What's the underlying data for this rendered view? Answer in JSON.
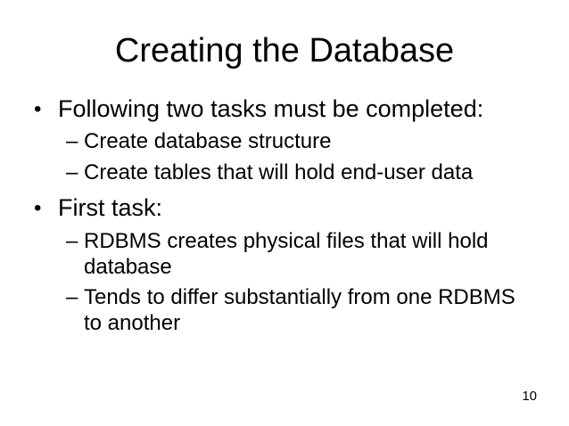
{
  "slide": {
    "title": "Creating the Database",
    "bullet_char": "•",
    "dash_char": "–",
    "bullets": [
      {
        "text": "Following two tasks must be completed:",
        "subitems": [
          "Create database structure",
          "Create tables that will hold end-user data"
        ]
      },
      {
        "text": "First task:",
        "subitems": [
          "RDBMS creates physical files that will hold database",
          "Tends to differ substantially from one RDBMS to another"
        ]
      }
    ],
    "page_number": "10"
  }
}
